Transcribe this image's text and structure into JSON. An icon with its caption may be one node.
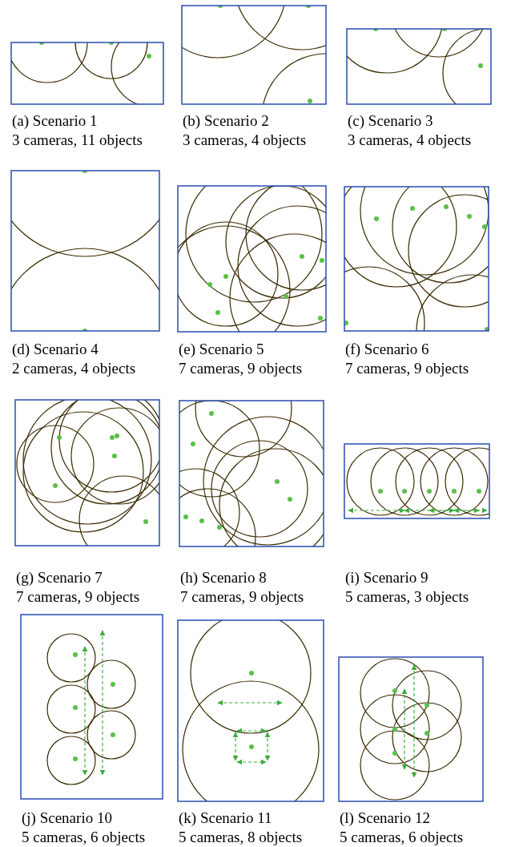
{
  "diagram": {
    "labels": [
      "(a) Scenario 1",
      "3 cameras, 11 objects",
      "(b) Scenario 2",
      "3 cameras, 4 objects",
      "(c) Scenario 3",
      "3 cameras, 4 objects",
      "(d) Scenario 4",
      "2 cameras, 4 objects",
      "(e) Scenario 5",
      "7 cameras, 9 objects",
      "(f) Scenario 6",
      "7 cameras, 9 objects",
      "(g) Scenario 7",
      "7 cameras, 9 objects",
      "(h) Scenario 8",
      "7 cameras, 9 objects",
      "(i) Scenario 9",
      "5 cameras, 3 objects",
      "(j) Scenario 10",
      "5 cameras, 6 objects",
      "(k) Scenario 11",
      "5 cameras, 8 objects",
      "(l) Scenario 12",
      "5 cameras, 6 objects"
    ]
  }
}
